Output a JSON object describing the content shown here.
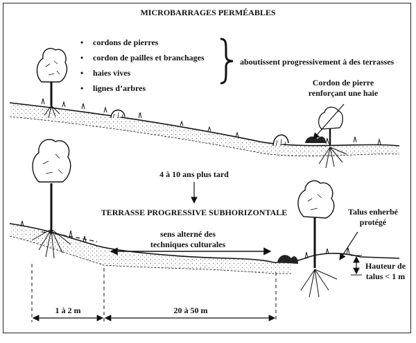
{
  "title": "MICROBARRAGES PERMÉABLES",
  "bullets": [
    "cordons de pierres",
    "cordon de pailles et branchages",
    "haies vives",
    "lignes d’arbres"
  ],
  "brace_result": "aboutissent progressivement à des terrasses",
  "cordon_label": [
    "Cordon de pierre",
    "renforçant une haie"
  ],
  "time_label": "4 à 10 ans plus tard",
  "terrace_title": "TERRASSE PROGRESSIVE SUBHORIZONTALE",
  "techniques_label": [
    "sens alterné des",
    "techniques culturales"
  ],
  "talus_label": [
    "Talus enherbé",
    "protégé"
  ],
  "height_label": [
    "Hauteur de",
    "talus < 1 m"
  ],
  "dim_left": "1 à 2 m",
  "dim_right": "20 à 50 m",
  "colors": {
    "ink": "#111111",
    "background": "#ffffff",
    "soil_shade": "#9a9a9a"
  }
}
